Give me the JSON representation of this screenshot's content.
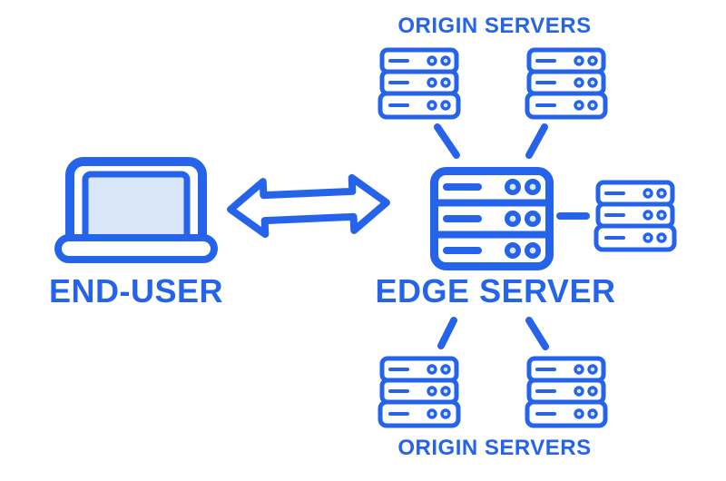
{
  "diagram": {
    "type": "cdn-architecture",
    "labels": {
      "origin_servers_top": "ORIGIN SERVERS",
      "end_user": "END-USER",
      "edge_server": "EDGE SERVER",
      "origin_servers_bottom": "ORIGIN SERVERS"
    },
    "nodes": [
      {
        "id": "end-user",
        "label": "END-USER",
        "icon": "laptop-icon"
      },
      {
        "id": "edge-server",
        "label": "EDGE SERVER",
        "icon": "server-stack-icon"
      },
      {
        "id": "origin-servers-top",
        "label": "ORIGIN SERVERS",
        "icon": "server-stack-icon",
        "count": 2
      },
      {
        "id": "origin-server-right",
        "label": "",
        "icon": "server-stack-icon",
        "count": 1
      },
      {
        "id": "origin-servers-bottom",
        "label": "ORIGIN SERVERS",
        "icon": "server-stack-icon",
        "count": 2
      }
    ],
    "connections": [
      {
        "from": "end-user",
        "to": "edge-server",
        "style": "double-headed-arrow"
      },
      {
        "from": "edge-server",
        "to": "origin-server-top-left",
        "style": "line"
      },
      {
        "from": "edge-server",
        "to": "origin-server-top-right",
        "style": "line"
      },
      {
        "from": "edge-server",
        "to": "origin-server-right",
        "style": "line"
      },
      {
        "from": "edge-server",
        "to": "origin-server-bottom-left",
        "style": "line"
      },
      {
        "from": "edge-server",
        "to": "origin-server-bottom-right",
        "style": "line"
      }
    ]
  },
  "colors": {
    "accent": "#2563EB",
    "light_fill": "#D9E6FA",
    "background": "#FFFFFF"
  }
}
